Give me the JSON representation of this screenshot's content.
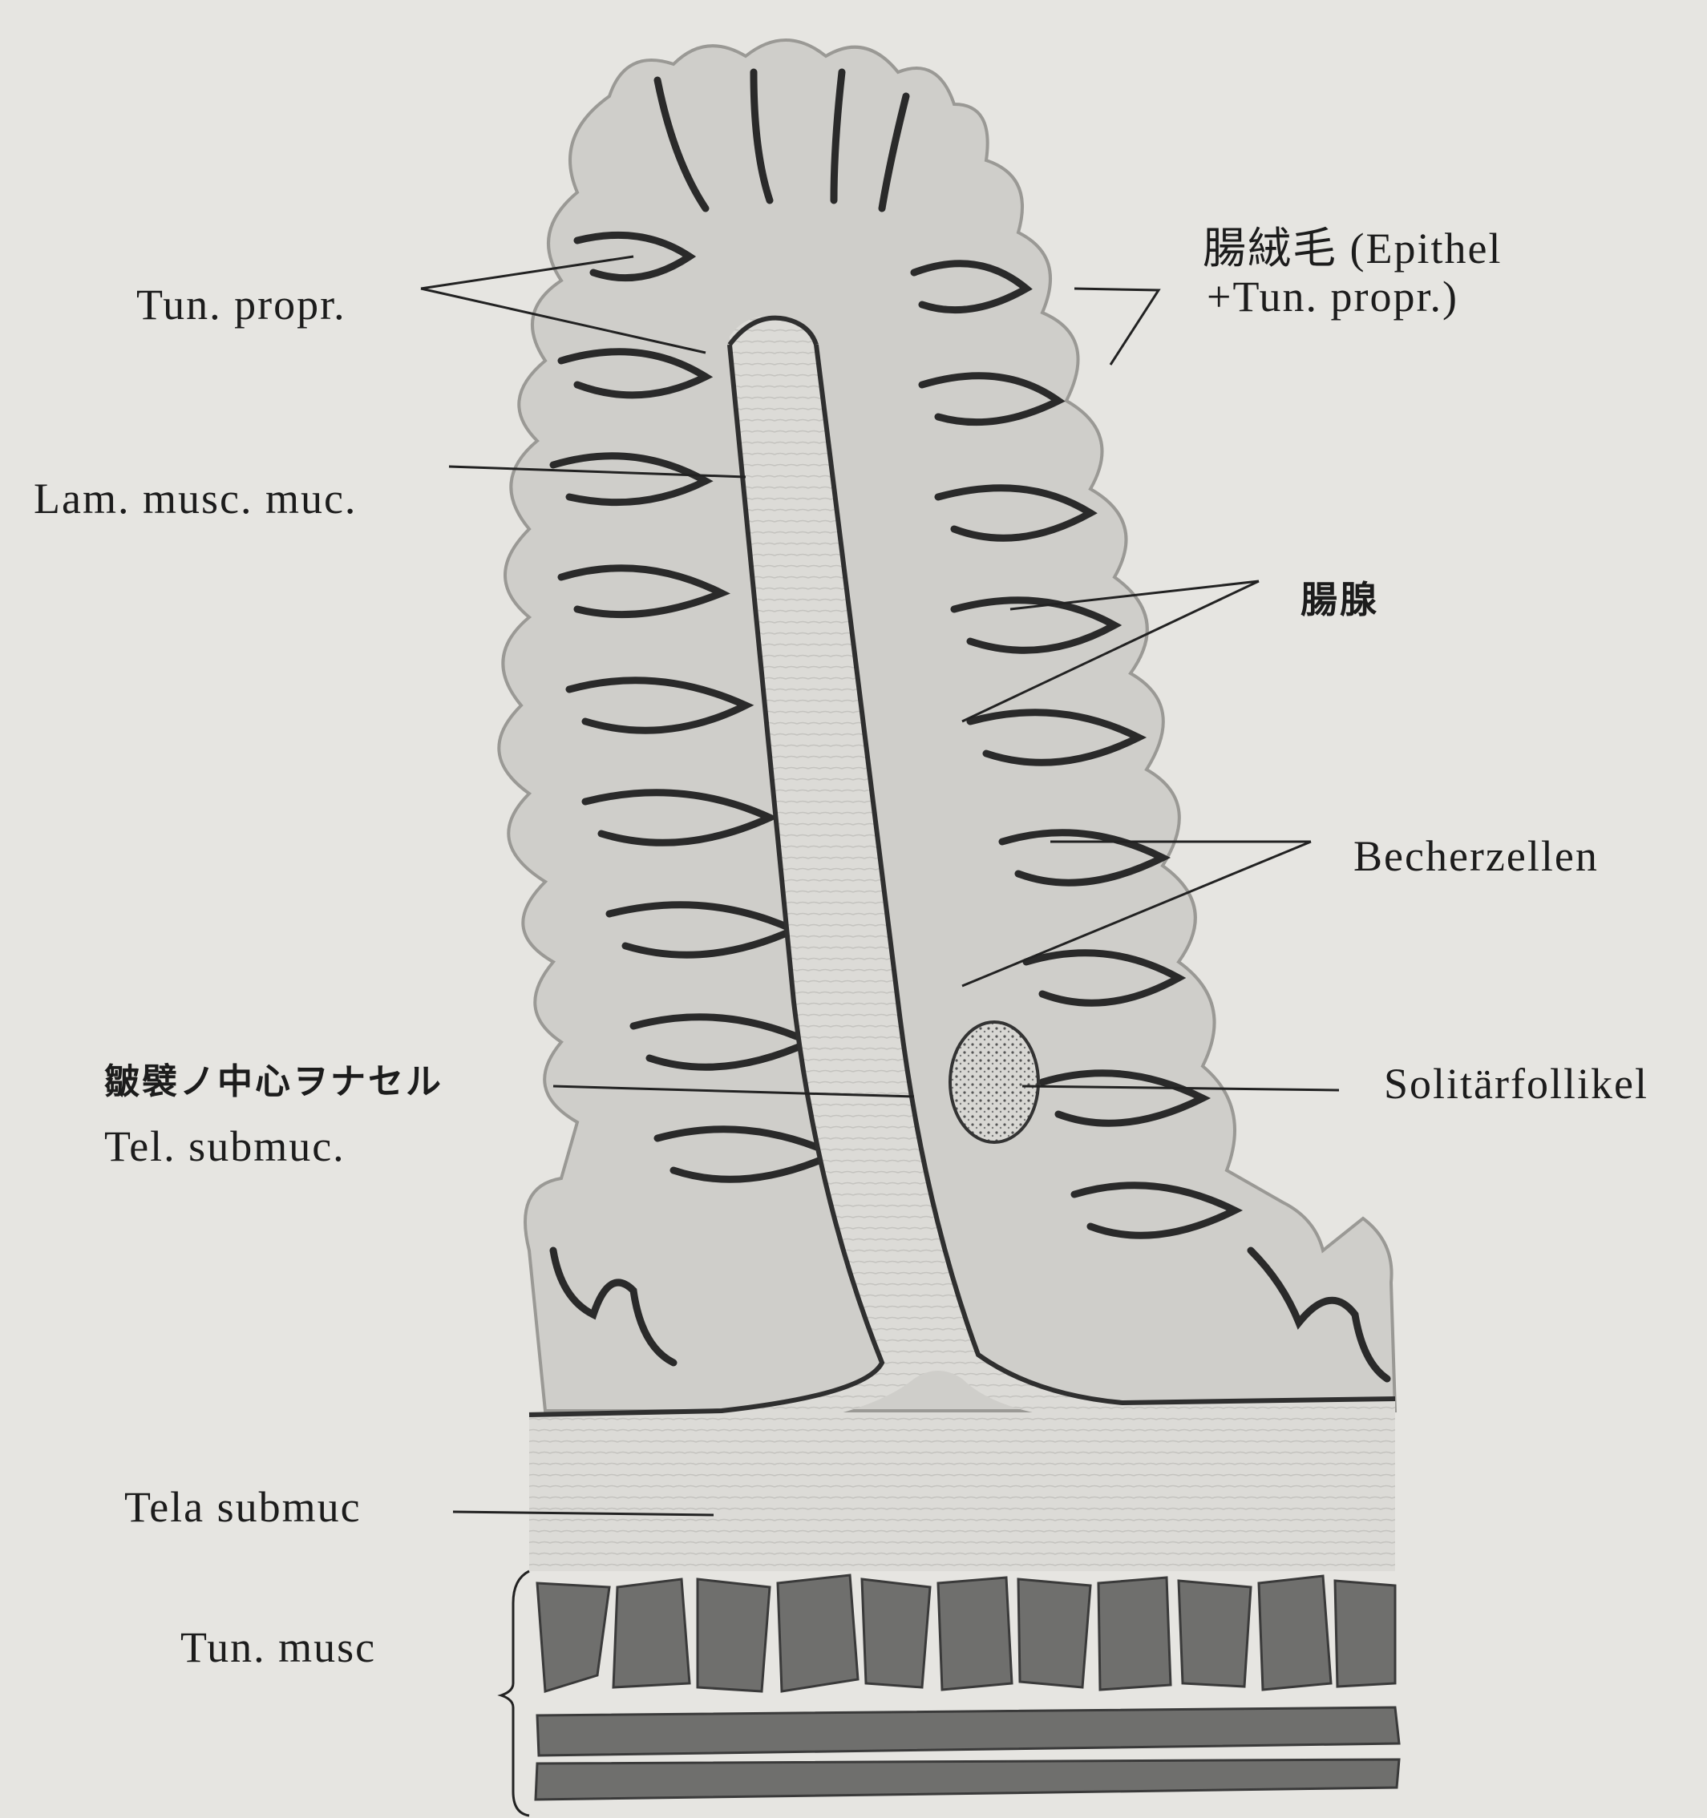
{
  "labels": {
    "tun_propr": "Tun. propr.",
    "lam_musc_muc": "Lam. musc. muc.",
    "fold_center_jp": "皺襞ノ中心ヲナセル",
    "tel_submuc": "Tel. submuc.",
    "tela_submuc": "Tela submuc",
    "tun_musc": "Tun. musc",
    "villi_line1": "腸絨毛 (Epithel",
    "villi_line2": "+Tun. propr.)",
    "glands": "腸腺",
    "becherzellen": "Becherzellen",
    "solitarfollikel": "Solitärfollikel"
  },
  "colors": {
    "background": "#e6e5e1",
    "tissue_light": "#d9d8d4",
    "tissue_mid": "#bdbcb8",
    "epithelium": "#2b2b2b",
    "muscle": "#6e6e6c"
  }
}
